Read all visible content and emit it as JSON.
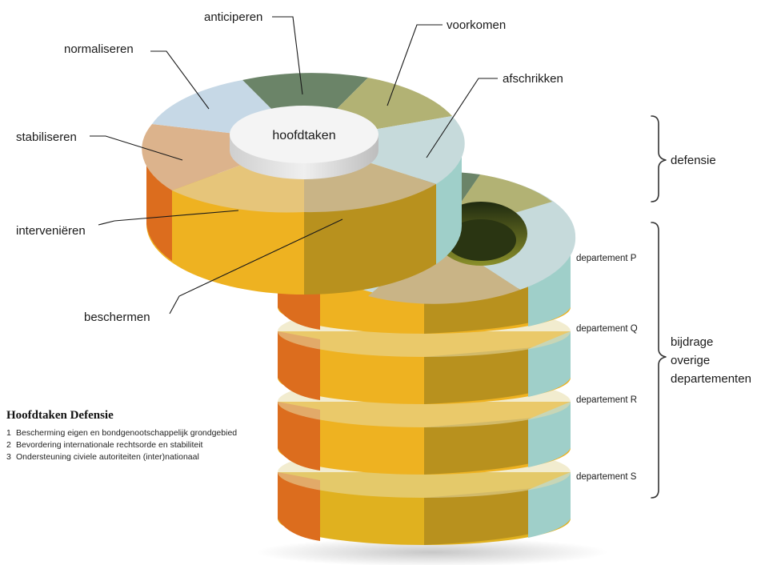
{
  "colors": {
    "anticiperen": "#6b8468",
    "voorkomen": "#b2b274",
    "afschrikken": "#c6dadb",
    "beschermen": "#c9b486",
    "interven": "#e6c57a",
    "stabiliseren": "#dcb38c",
    "normaliseren": "#c6d8e6",
    "yellow_side": "#eeb221",
    "yellow_side_dark": "#b8911e",
    "orange_side": "#dc6d1e",
    "teal_side": "#9fcfc9",
    "hub_top": "#f3f3f3"
  },
  "hub": {
    "label": "hoofdtaken"
  },
  "segments": {
    "anticiperen": "anticiperen",
    "voorkomen": "voorkomen",
    "normaliseren": "normaliseren",
    "afschrikken": "afschrikken",
    "stabiliseren": "stabiliseren",
    "intervenieren": "interveniëren",
    "beschermen": "beschermen"
  },
  "braces": {
    "defensie": "defensie",
    "bijdrage": [
      "bijdrage",
      "overige",
      "departementen"
    ]
  },
  "departments": [
    "departement P",
    "departement Q",
    "departement R",
    "departement S"
  ],
  "legend": {
    "title": "Hoofdtaken Defensie",
    "items": [
      {
        "num": "1",
        "text": "Bescherming eigen en bondgenootschappelijk grondgebied"
      },
      {
        "num": "2",
        "text": "Bevordering internationale rechtsorde en stabiliteit"
      },
      {
        "num": "3",
        "text": "Ondersteuning civiele autoriteiten (inter)nationaal"
      }
    ]
  }
}
